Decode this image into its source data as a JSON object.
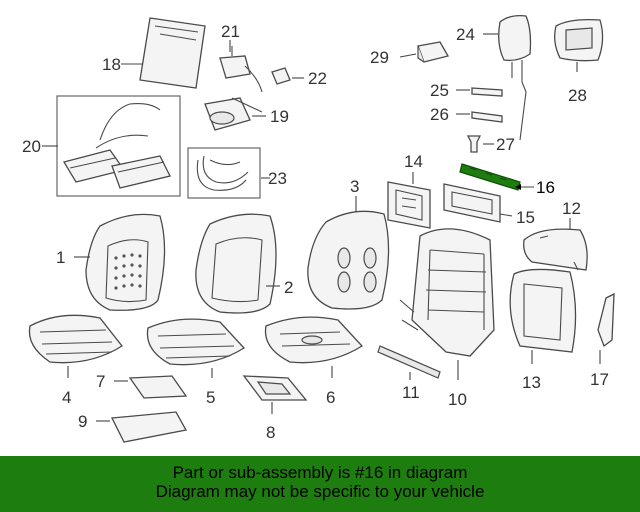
{
  "diagram": {
    "labels": {
      "p1": "1",
      "p2": "2",
      "p3": "3",
      "p4": "4",
      "p5": "5",
      "p6": "6",
      "p7": "7",
      "p8": "8",
      "p9": "9",
      "p10": "10",
      "p11": "11",
      "p12": "12",
      "p13": "13",
      "p14": "14",
      "p15": "15",
      "p16": "16",
      "p17": "17",
      "p18": "18",
      "p19": "19",
      "p20": "20",
      "p21": "21",
      "p22": "22",
      "p23": "23",
      "p24": "24",
      "p25": "25",
      "p26": "26",
      "p27": "27",
      "p28": "28",
      "p29": "29"
    },
    "highlight_part": "16",
    "highlight_color": "#1e7d0f"
  },
  "banner": {
    "line1": "Part or sub-assembly is #16 in diagram",
    "line2": "Diagram may not be specific to your vehicle",
    "background": "#1e7d0f"
  }
}
